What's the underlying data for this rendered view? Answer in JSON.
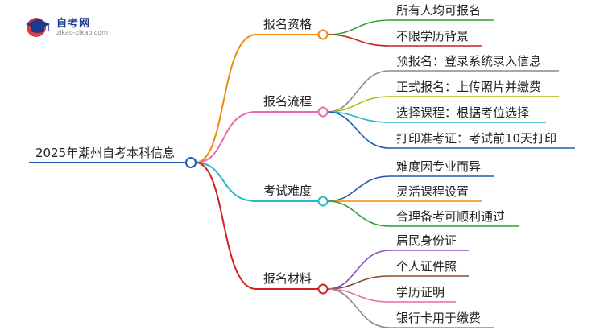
{
  "logo": {
    "name": "自考网",
    "url": "zikao-zikao.com"
  },
  "root": {
    "label": "2025年潮州自考本科信息"
  },
  "branches": [
    {
      "label": "报名资格",
      "color": "#f08a12",
      "items": [
        {
          "label": "所有人均可报名",
          "color": "#2f9e2f"
        },
        {
          "label": "不限学历背景",
          "color": "#cf1f1f"
        }
      ]
    },
    {
      "label": "报名流程",
      "color": "#e86ab0",
      "items": [
        {
          "label": "预报名：登录系统录入信息",
          "color": "#8a8a8a"
        },
        {
          "label": "正式报名：上传照片并缴费",
          "color": "#b6b812"
        },
        {
          "label": "选择课程：根据考位选择",
          "color": "#23b8c8"
        },
        {
          "label": "打印准考证：考试前10天打印",
          "color": "#1e5ca8"
        }
      ]
    },
    {
      "label": "考试难度",
      "color": "#23b8c8",
      "items": [
        {
          "label": "难度因专业而异",
          "color": "#1e5ca8"
        },
        {
          "label": "灵活课程设置",
          "color": "#f08a12"
        },
        {
          "label": "合理备考可顺利通过",
          "color": "#2f9e2f"
        }
      ]
    },
    {
      "label": "报名材料",
      "color": "#cf1f1f",
      "items": [
        {
          "label": "居民身份证",
          "color": "#8b4fc4"
        },
        {
          "label": "个人证件照",
          "color": "#8a4a2a"
        },
        {
          "label": "学历证明",
          "color": "#e86ab0"
        },
        {
          "label": "银行卡用于缴费",
          "color": "#8a8a8a"
        }
      ]
    }
  ]
}
